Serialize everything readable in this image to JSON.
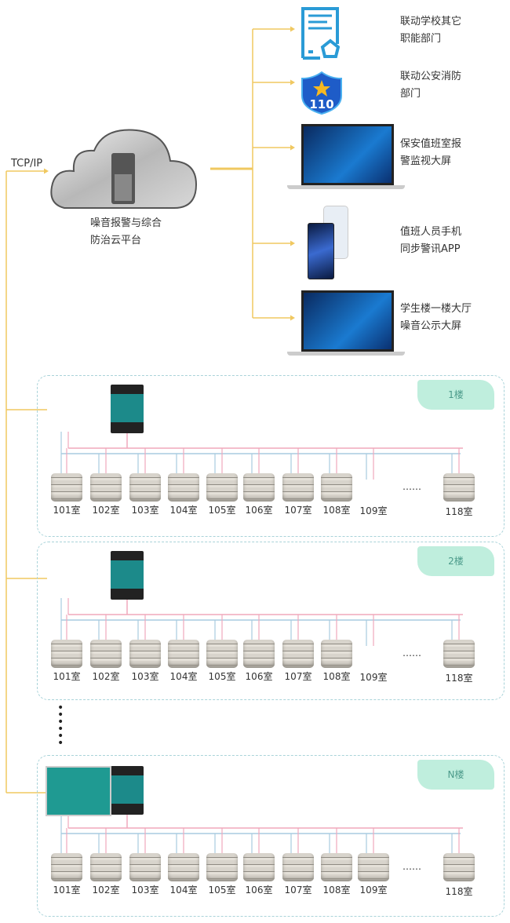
{
  "protocol_label": "TCP/IP",
  "platform": {
    "line1": "噪音报警与综合",
    "line2": "防治云平台"
  },
  "outputs": [
    {
      "icon": "document-icon",
      "line1": "联动学校其它",
      "line2": "职能部门"
    },
    {
      "icon": "police-shield-icon",
      "line1": "联动公安消防",
      "line2": "部门",
      "badge": "110"
    },
    {
      "icon": "laptop-icon",
      "line1": "保安值班室报",
      "line2": "警监视大屏"
    },
    {
      "icon": "phone-icon",
      "line1": "值班人员手机",
      "line2": "同步警讯APP"
    },
    {
      "icon": "laptop-icon",
      "line1": "学生楼一楼大厅",
      "line2": "噪音公示大屏"
    }
  ],
  "floors": [
    {
      "label": "1楼",
      "rooms": [
        "101室",
        "102室",
        "103室",
        "104室",
        "105室",
        "106室",
        "107室",
        "108室",
        "109室",
        "118室"
      ],
      "ellipsis": "……"
    },
    {
      "label": "2楼",
      "rooms": [
        "101室",
        "102室",
        "103室",
        "104室",
        "105室",
        "106室",
        "107室",
        "108室",
        "109室",
        "118室"
      ],
      "ellipsis": "……"
    },
    {
      "label": "N楼",
      "rooms": [
        "101室",
        "102室",
        "103室",
        "104室",
        "105室",
        "106室",
        "107室",
        "108室",
        "109室",
        "118室"
      ],
      "ellipsis": "……"
    }
  ],
  "colors": {
    "trunk": "#f0c860",
    "bus_pink": "#f0a8bc",
    "bus_blue": "#a8cce0",
    "accent": "#1c8a8a"
  }
}
